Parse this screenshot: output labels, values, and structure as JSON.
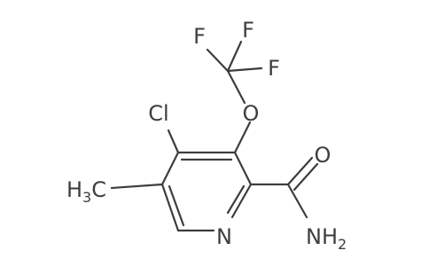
{
  "labels": {
    "f_top_left": "F",
    "f_top_right": "F",
    "f_right": "F",
    "oxygen": "O",
    "chlorine": "Cl",
    "methyl_h": "H",
    "methyl_sub": "3",
    "methyl_c": "C",
    "nitrogen_ring": "N",
    "carbonyl_o": "O",
    "amide_n": "N",
    "amide_h": "H",
    "amide_sub": "2"
  }
}
